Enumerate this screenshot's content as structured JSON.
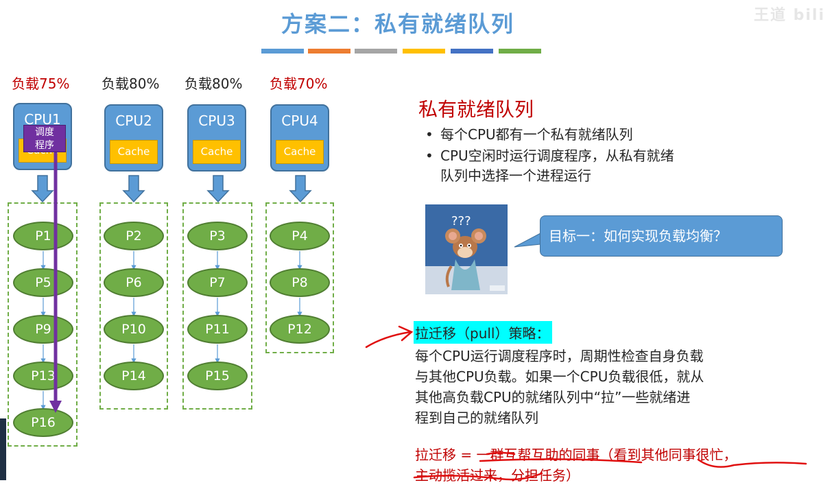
{
  "title": "方案二：私有就绪队列",
  "watermark": "王道  bili",
  "color_bars": [
    "#5b9bd5",
    "#ed7d31",
    "#a5a5a5",
    "#ffc000",
    "#4472c4",
    "#70ad47"
  ],
  "loads": [
    {
      "text": "负载75%",
      "color": "#c00000"
    },
    {
      "text": "负载80%",
      "color": "#262626"
    },
    {
      "text": "负载80%",
      "color": "#262626"
    },
    {
      "text": "负载70%",
      "color": "#c00000"
    }
  ],
  "cpus": [
    {
      "name": "CPU1",
      "cache": "Cache"
    },
    {
      "name": "CPU2",
      "cache": "Cache"
    },
    {
      "name": "CPU3",
      "cache": "Cache"
    },
    {
      "name": "CPU4",
      "cache": "Cache"
    }
  ],
  "scheduler": {
    "line1": "调度",
    "line2": "程序"
  },
  "queues": [
    [
      "P1",
      "P5",
      "P9",
      "P13",
      "P16"
    ],
    [
      "P2",
      "P6",
      "P10",
      "P14"
    ],
    [
      "P3",
      "P7",
      "P11",
      "P15"
    ],
    [
      "P4",
      "P8",
      "P12"
    ]
  ],
  "right": {
    "heading": "私有就绪队列",
    "bullet1": "每个CPU都有一个私有就绪队列",
    "bullet2_line1": "CPU空闲时运行调度程序，从私有就绪",
    "bullet2_line2": "队列中选择一个进程运行",
    "bubble": "目标一：如何实现负载均衡？",
    "jerry_question": "???",
    "pull_heading": "拉迁移（pull）策略：",
    "pull_lines": [
      "每个CPU运行调度程序时，周期性检查自身负载",
      "与其他CPU负载。如果一个CPU负载很低，就从",
      "其他高负载CPU的就绪队列中“拉”一些就绪进",
      "程到自己的就绪队列"
    ],
    "analogy_line1": "拉迁移 = 一群互帮互助的同事（看到其他同事很忙，",
    "analogy_line2": "主动揽活过来，分担任务）"
  },
  "colors": {
    "cpu": "#5b9bd5",
    "cache": "#ffc000",
    "process": "#70ad47",
    "scheduler": "#7030a0",
    "highlight": "#00ffff",
    "emphasis": "#c00000"
  }
}
